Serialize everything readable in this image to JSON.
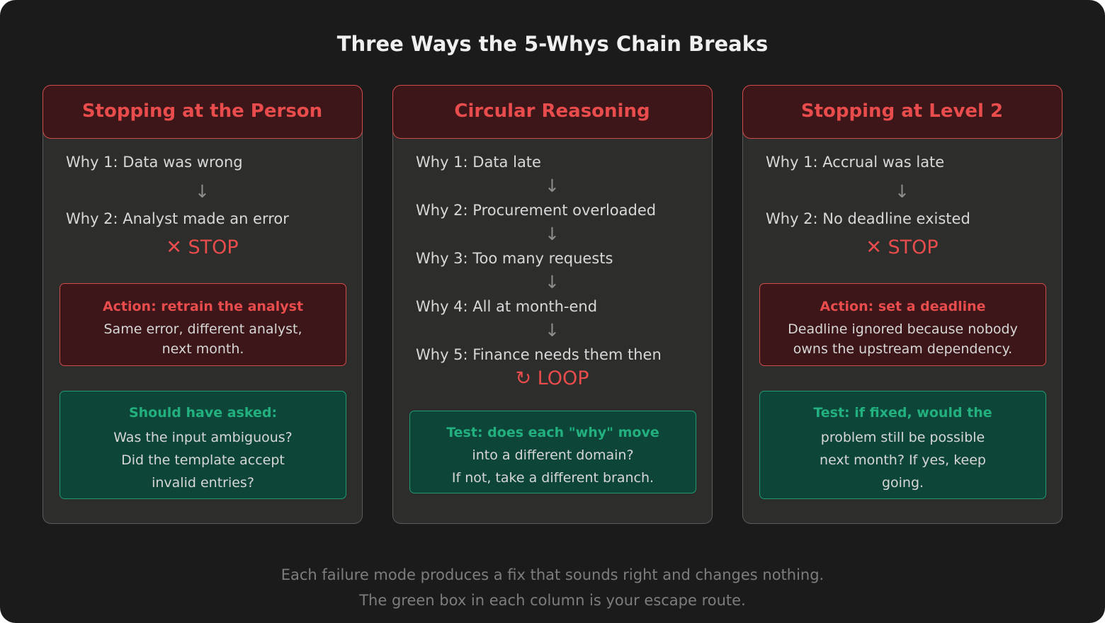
{
  "title": "Three Ways the 5-Whys Chain Breaks",
  "columns": [
    {
      "header": "Stopping at the Person",
      "whys": [
        "Why 1: Data was wrong",
        "Why 2: Analyst made an error"
      ],
      "arrow": "↓",
      "verdict": "✕ STOP",
      "action": {
        "title": "Action: retrain the analyst",
        "lines": [
          "Same error, different analyst,",
          "next month."
        ]
      },
      "escape": {
        "title": "Should have asked:",
        "lines": [
          "Was the input ambiguous?",
          "Did the template accept",
          "invalid entries?"
        ]
      }
    },
    {
      "header": "Circular Reasoning",
      "whys": [
        "Why 1: Data late",
        "Why 2: Procurement overloaded",
        "Why 3: Too many requests",
        "Why 4: All at month-end",
        "Why 5: Finance needs them then"
      ],
      "arrow": "↓",
      "verdict": "↻ LOOP",
      "escape": {
        "title": "Test: does each \"why\" move",
        "lines": [
          "into a different domain?",
          "If not, take a different branch."
        ]
      }
    },
    {
      "header": "Stopping at Level 2",
      "whys": [
        "Why 1: Accrual was late",
        "Why 2: No deadline existed"
      ],
      "arrow": "↓",
      "verdict": "✕ STOP",
      "action": {
        "title": "Action: set a deadline",
        "lines": [
          "Deadline ignored because nobody",
          "owns the upstream dependency."
        ]
      },
      "escape": {
        "title": "Test: if fixed, would the",
        "lines": [
          "problem still be possible",
          "next month? If yes, keep",
          "going."
        ]
      }
    }
  ],
  "footer": [
    "Each failure mode produces a fix that sounds right and changes nothing.",
    "The green box in each column is your escape route."
  ],
  "colors": {
    "background": "#1b1b1b",
    "panel": "#2d2d2b",
    "danger": "#e84c4c",
    "danger_fill": "#3c1618",
    "success": "#22b07f",
    "success_fill": "#0d4538"
  }
}
